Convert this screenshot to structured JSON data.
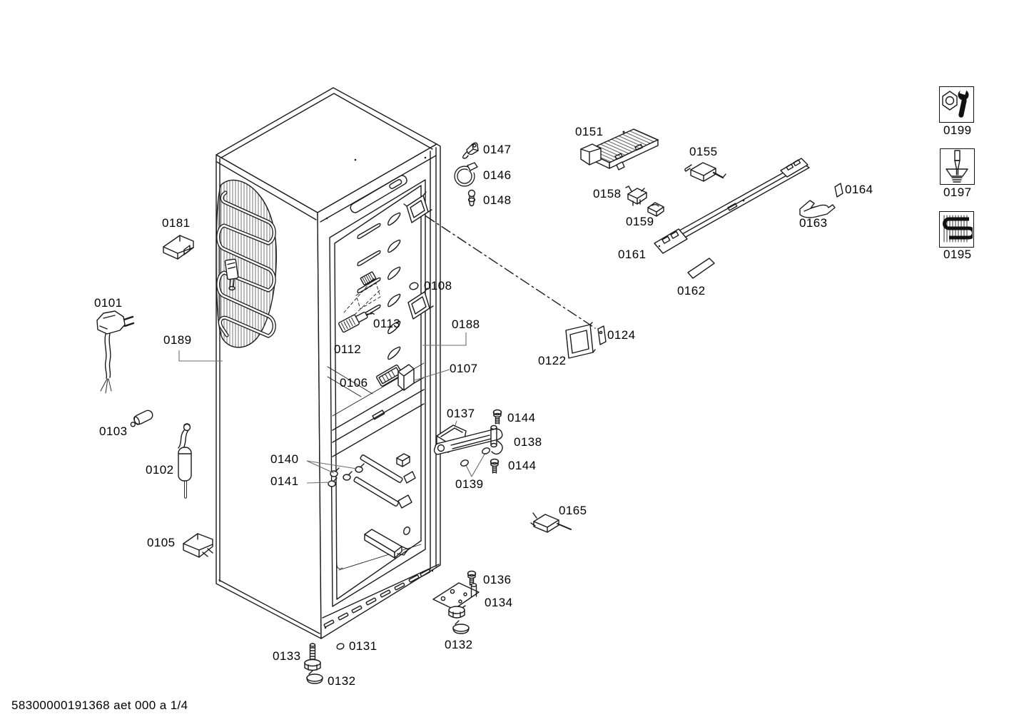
{
  "document": {
    "footer_code": "58300000191368 aet 000 a 1/4"
  },
  "legend_icons": {
    "wrench": "0199",
    "screwdriver": "0197",
    "heater": "0195"
  },
  "part_labels": {
    "p0101": "0101",
    "p0102": "0102",
    "p0103": "0103",
    "p0105": "0105",
    "p0106": "0106",
    "p0107": "0107",
    "p0108": "0108",
    "p0112": "0112",
    "p0113": "0113",
    "p0122": "0122",
    "p0124": "0124",
    "p0131": "0131",
    "p0132a": "0132",
    "p0132b": "0132",
    "p0133": "0133",
    "p0134": "0134",
    "p0136": "0136",
    "p0137": "0137",
    "p0138": "0138",
    "p0139": "0139",
    "p0140": "0140",
    "p0141": "0141",
    "p0144a": "0144",
    "p0144b": "0144",
    "p0146": "0146",
    "p0147": "0147",
    "p0148": "0148",
    "p0151": "0151",
    "p0155": "0155",
    "p0158": "0158",
    "p0159": "0159",
    "p0161": "0161",
    "p0162": "0162",
    "p0163": "0163",
    "p0164": "0164",
    "p0165": "0165",
    "p0181": "0181",
    "p0188": "0188",
    "p0189": "0189"
  },
  "colors": {
    "line": "#1b1b1b",
    "background": "#ffffff"
  }
}
